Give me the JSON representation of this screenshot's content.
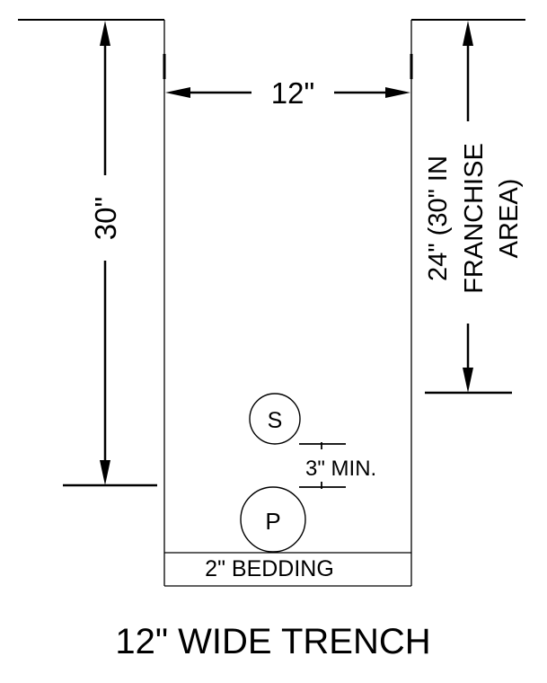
{
  "diagram": {
    "title": "12\" WIDE TRENCH",
    "dimensions": {
      "width": "12\"",
      "depth": "30\"",
      "cover_line1": "24\" (30\" IN",
      "cover_line2": "FRANCHISE",
      "cover_line3": "AREA)",
      "separation": "3\" MIN.",
      "bedding": "2\" BEDDING"
    },
    "pipes": {
      "secondary_label": "S",
      "primary_label": "P"
    },
    "colors": {
      "ink": "#000000",
      "background": "#ffffff"
    }
  }
}
